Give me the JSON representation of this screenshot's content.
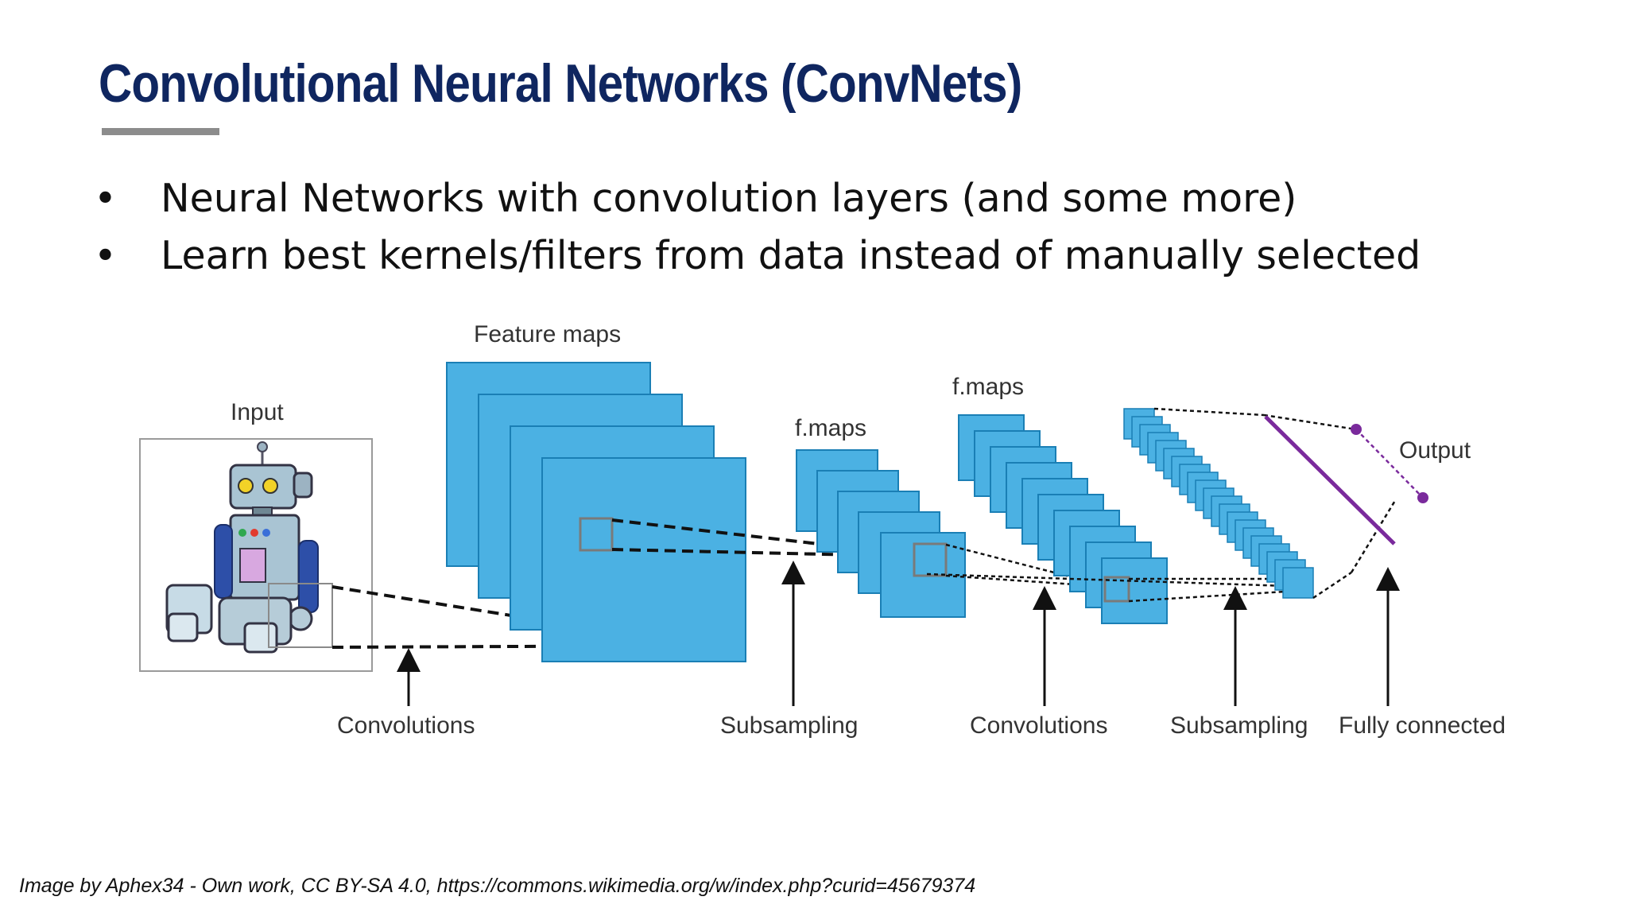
{
  "slide": {
    "title": "Convolutional Neural Networks (ConvNets)",
    "bullets": [
      "Neural Networks with convolution layers (and some more)",
      "Learn best kernels/filters from data instead of manually selected"
    ],
    "caption": "Image by Aphex34 - Own work, CC BY-SA 4.0, https://commons.wikimedia.org/w/index.php?curid=45679374"
  },
  "diagram": {
    "labels": {
      "input": "Input",
      "feature_maps": "Feature maps",
      "fmaps_1": "f.maps",
      "fmaps_2": "f.maps",
      "output": "Output"
    },
    "stages": [
      "Convolutions",
      "Subsampling",
      "Convolutions",
      "Subsampling",
      "Fully connected"
    ]
  },
  "colors": {
    "title": "#0f2660",
    "rule": "#8c8c8c",
    "map_fill": "#4bb1e3",
    "map_stroke": "#1a7fb5",
    "output": "#7a2a9c"
  }
}
